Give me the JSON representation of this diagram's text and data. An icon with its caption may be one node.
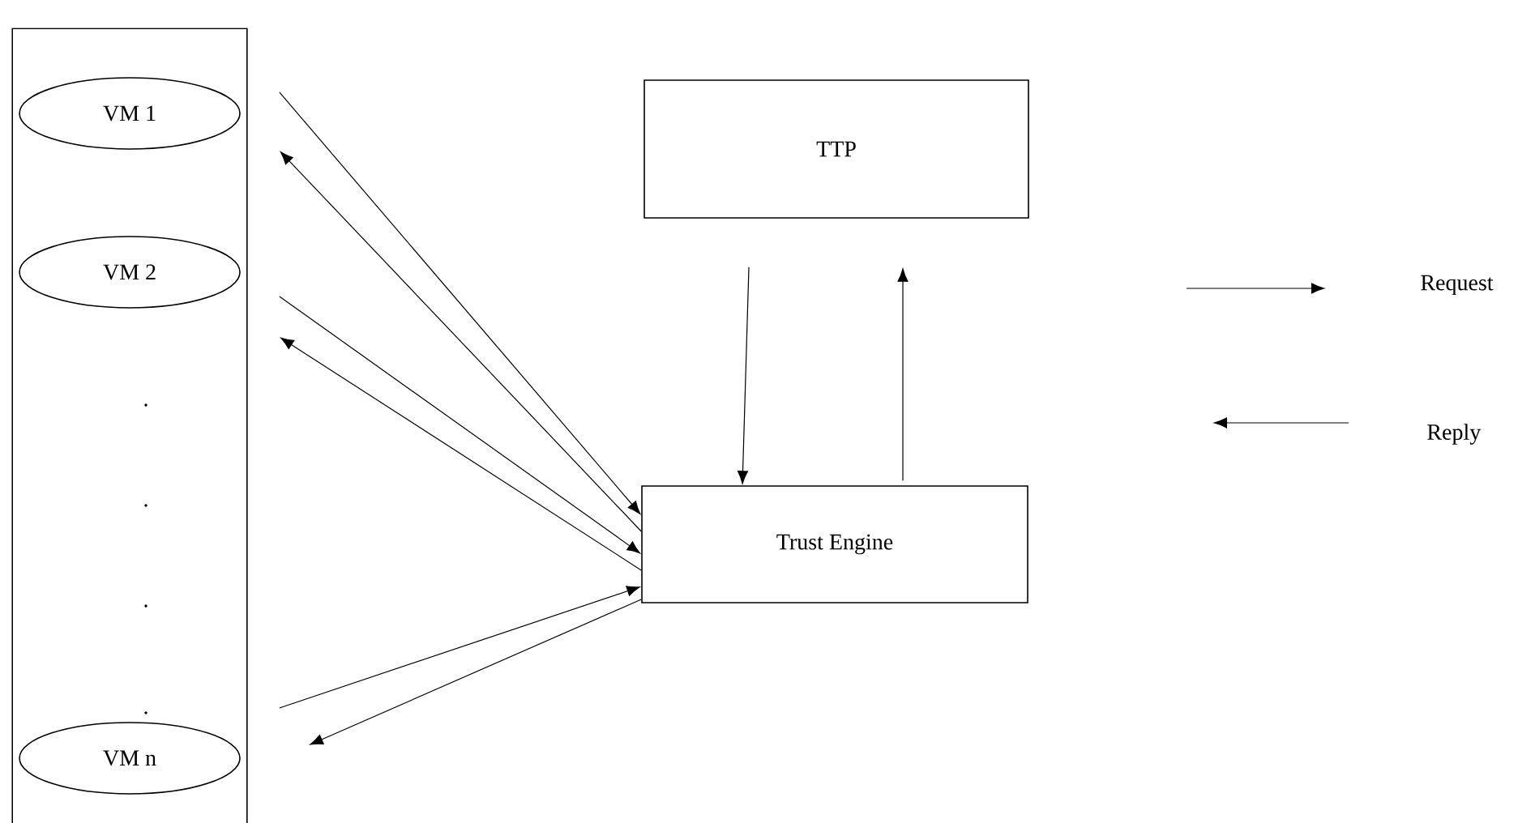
{
  "diagram": {
    "nodes": [
      {
        "text": [],
        "shape": "box"
      },
      {
        "text": [
          "VM 1"
        ],
        "in": 0
      },
      {
        "text": [
          "VM 2"
        ],
        "in": 0
      },
      {
        "text": [
          "VM n"
        ],
        "in": 0
      },
      {
        "text": [
          "TTP"
        ]
      },
      {
        "text": [
          "Trust Engine"
        ]
      }
    ],
    "edges": [
      {
        "from": 1,
        "to": 5,
        "arrow": "to"
      },
      {
        "from": 5,
        "to": 1,
        "arrow": "to"
      },
      {
        "from": 2,
        "to": 5,
        "arrow": "to"
      },
      {
        "from": 5,
        "to": 2,
        "arrow": "to"
      },
      {
        "from": 3,
        "to": 5,
        "arrow": "to"
      },
      {
        "from": 5,
        "to": 3,
        "arrow": "to"
      },
      {
        "from": 4,
        "to": 5,
        "arrow": "to"
      },
      {
        "from": 5,
        "to": 4,
        "arrow": "to"
      }
    ],
    "labels": [
      ".",
      ".",
      ".",
      "."
    ],
    "legend": [
      {
        "text": "Request"
      },
      {
        "text": "Reply"
      }
    ]
  }
}
